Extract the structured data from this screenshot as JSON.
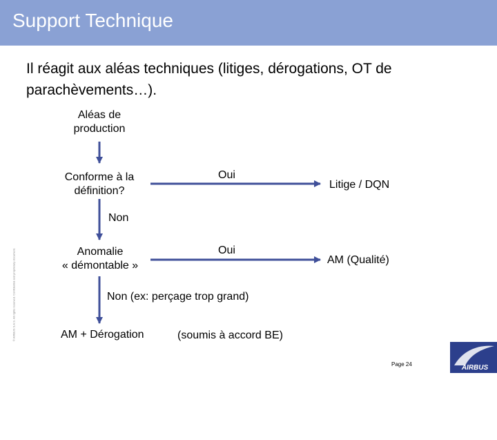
{
  "header": {
    "title": "Support Technique",
    "background_color": "#8aa1d4"
  },
  "intro": "Il réagit aux aléas techniques (litiges, dérogations, OT de parachèvements…).",
  "diagram": {
    "start": "Aléas de\nproduction",
    "q1": "Conforme à la\ndéfinition?",
    "q1_yes": "Oui",
    "q1_result": "Litige / DQN",
    "q1_no": "Non",
    "q2": "Anomalie\n« démontable »",
    "q2_yes": "Oui",
    "q2_result": "AM (Qualité)",
    "q2_no": "Non (ex: perçage trop grand)",
    "end": "AM + Dérogation",
    "end_note": "(soumis à accord BE)",
    "arrow_color": "#3f4f99"
  },
  "footer": {
    "page": "Page 24",
    "logo_text": "AIRBUS",
    "side_text": "© AIRBUS S.A.S. All rights reserved. Confidential and proprietary document."
  }
}
